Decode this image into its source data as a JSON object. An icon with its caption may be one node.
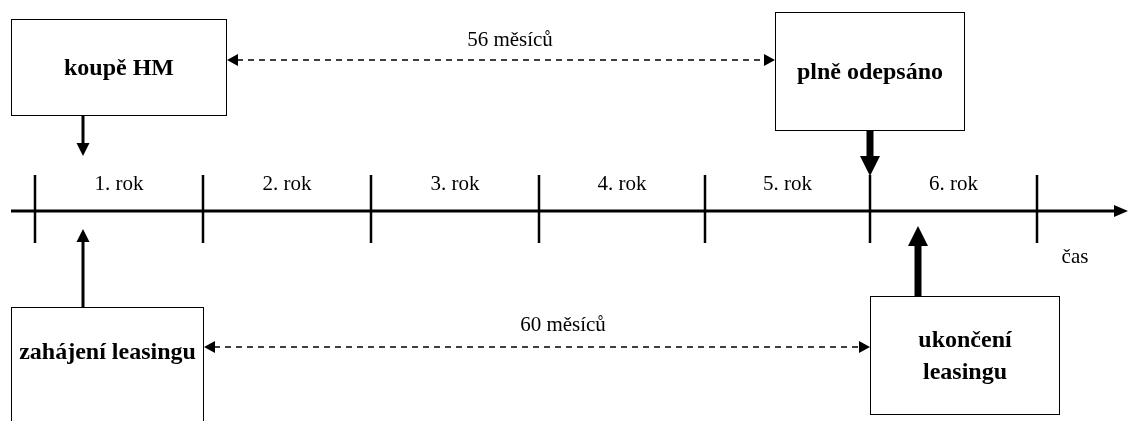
{
  "diagram": {
    "nodes": [
      {
        "text": [
          "koupě HM"
        ]
      },
      {
        "text": [
          "plně odepsáno"
        ]
      },
      {
        "text": [
          "zahájení leasingu"
        ]
      },
      {
        "text": [
          "ukončení leasingu"
        ]
      }
    ],
    "edges": [
      {
        "from": 0,
        "to": 1,
        "arrow": "both",
        "label": "56 měsíců",
        "style": "dashed"
      },
      {
        "from": 2,
        "to": 3,
        "arrow": "both",
        "label": "60 měsíců",
        "style": "dashed"
      },
      {
        "from": 0,
        "to": null,
        "arrow": "to"
      },
      {
        "from": 1,
        "to": null,
        "arrow": "to",
        "style": "thick"
      },
      {
        "from": 2,
        "to": null,
        "arrow": "to"
      },
      {
        "from": 3,
        "to": null,
        "arrow": "to",
        "style": "thick"
      }
    ],
    "labels": [
      "1. rok",
      "2. rok",
      "3. rok",
      "4. rok",
      "5. rok",
      "6. rok",
      "čas"
    ]
  }
}
